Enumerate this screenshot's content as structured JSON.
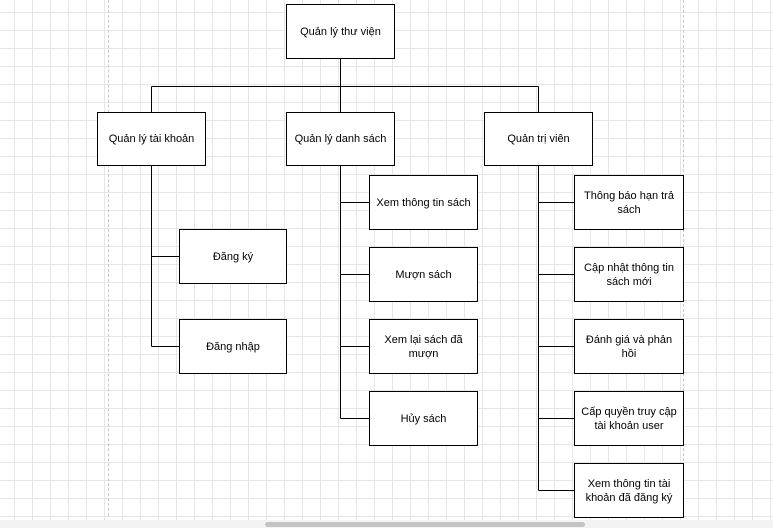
{
  "diagram": {
    "root": {
      "label": "Quản lý thư viện"
    },
    "branches": [
      {
        "label": "Quản lý tài khoản",
        "children": [
          "Đăng ký",
          "Đăng nhập"
        ]
      },
      {
        "label": "Quản lý danh sách",
        "children": [
          "Xem thông tin sách",
          "Mượn sách",
          "Xem lại sách đã mượn",
          "Hủy sách"
        ]
      },
      {
        "label": "Quản trị viên",
        "children": [
          "Thông báo hạn trả sách",
          "Cập nhật thông tin sách mới",
          "Đánh giá và phản hồi",
          "Cấp quyền truy cập tài khoản user",
          "Xem thông tin tài khoản đã đăng ký"
        ]
      }
    ]
  },
  "colors": {
    "line": "#000000",
    "box_border": "#000000",
    "grid": "#e6e6e6",
    "background": "#ffffff"
  }
}
